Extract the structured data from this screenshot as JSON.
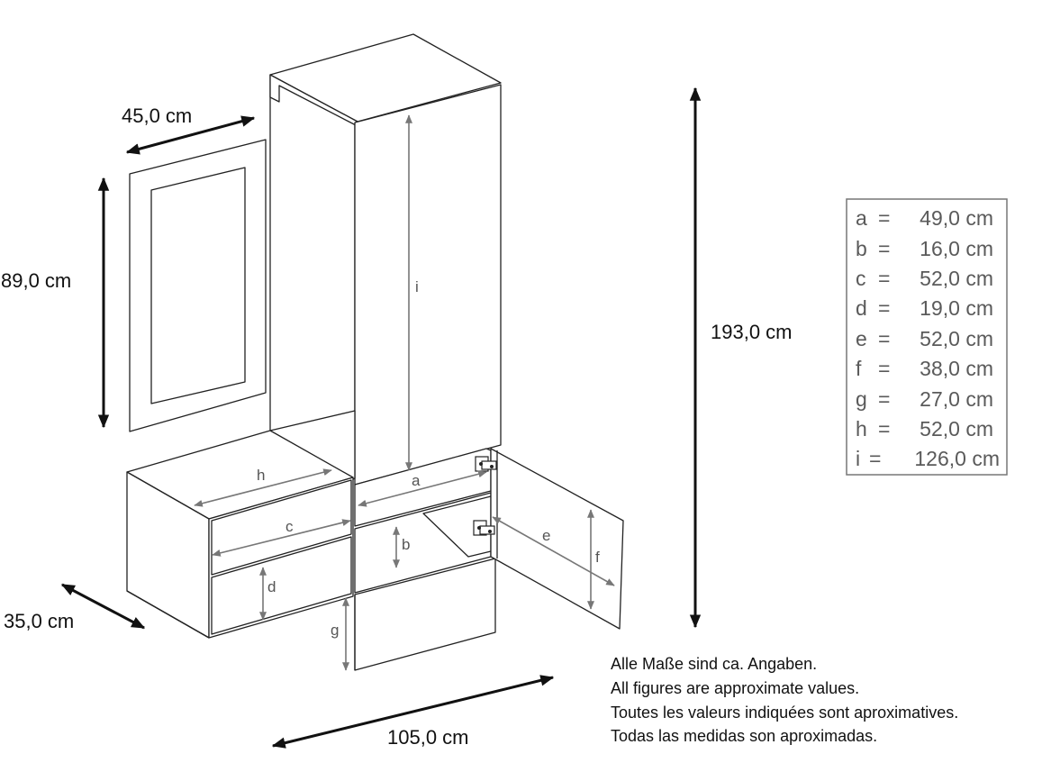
{
  "dimensions": {
    "mirror_width": "45,0 cm",
    "mirror_height": "89,0 cm",
    "total_height": "193,0 cm",
    "depth": "35,0 cm",
    "total_width": "105,0 cm"
  },
  "letters": {
    "a": "a",
    "b": "b",
    "c": "c",
    "d": "d",
    "e": "e",
    "f": "f",
    "g": "g",
    "h": "h",
    "i": "i"
  },
  "legend": [
    {
      "key": "a",
      "sep": "=",
      "value": "49,0 cm"
    },
    {
      "key": "b",
      "sep": "=",
      "value": "16,0 cm"
    },
    {
      "key": "c",
      "sep": "=",
      "value": "52,0 cm"
    },
    {
      "key": "d",
      "sep": "=",
      "value": "19,0 cm"
    },
    {
      "key": "e",
      "sep": "=",
      "value": "52,0 cm"
    },
    {
      "key": "f",
      "sep": "=",
      "value": "38,0 cm"
    },
    {
      "key": "g",
      "sep": "=",
      "value": "27,0 cm"
    },
    {
      "key": "h",
      "sep": "=",
      "value": "52,0 cm"
    },
    {
      "key": "i",
      "sep": "=",
      "value": "126,0 cm"
    }
  ],
  "notes": [
    "Alle Maße sind ca. Angaben.",
    "All figures are approximate values.",
    "Toutes les valeurs indiquées sont aproximatives.",
    "Todas las medidas son aproximadas."
  ],
  "colors": {
    "line": "#222222",
    "dimension_main": "#111111",
    "dimension_inner": "#777777",
    "legend_text": "#5a5a5a",
    "background": "#ffffff"
  }
}
